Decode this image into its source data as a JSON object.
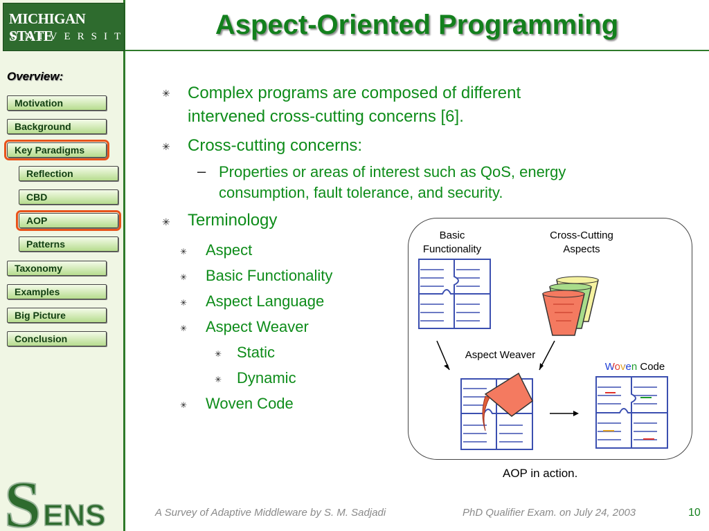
{
  "logo": {
    "line1": "MICHIGAN STATE",
    "line2": "UNIVERSITY"
  },
  "title": "Aspect-Oriented Programming",
  "sidebar": {
    "heading": "Overview:",
    "items": [
      {
        "label": "Motivation"
      },
      {
        "label": "Background"
      },
      {
        "label": "Key Paradigms"
      },
      {
        "label": "Reflection"
      },
      {
        "label": "CBD"
      },
      {
        "label": "AOP"
      },
      {
        "label": "Patterns"
      },
      {
        "label": "Taxonomy"
      },
      {
        "label": "Examples"
      },
      {
        "label": "Big Picture"
      },
      {
        "label": "Conclusion"
      }
    ]
  },
  "content": {
    "b1_line1": "Complex programs are composed of different",
    "b1_line2": "intervened cross-cutting concerns [6].",
    "b2": "Cross-cutting concerns:",
    "sub1_line1": "Properties or areas of interest such as QoS, energy",
    "sub1_line2": "consumption, fault tolerance, and security.",
    "b3": "Terminology",
    "dash": "–",
    "terms": [
      "Aspect",
      "Basic Functionality",
      "Aspect Language",
      "Aspect Weaver",
      "Static",
      "Dynamic",
      "Woven Code"
    ]
  },
  "diagram": {
    "basic_line1": "Basic",
    "basic_line2": "Functionality",
    "cross_line1": "Cross-Cutting",
    "cross_line2": "Aspects",
    "weaver": "Aspect Weaver",
    "woven_word": "Woven",
    "woven_code": "Code",
    "caption": "AOP in action."
  },
  "sens_logo": "SENS",
  "footer": {
    "left": "A Survey of Adaptive Middleware by S. M. Sadjadi",
    "right": "PhD Qualifier Exam. on  July 24, 2003",
    "page": "10"
  },
  "colors": {
    "accent_green": "#13801d",
    "active_outline": "#e8531a",
    "logo_green": "#2e6b2e"
  }
}
